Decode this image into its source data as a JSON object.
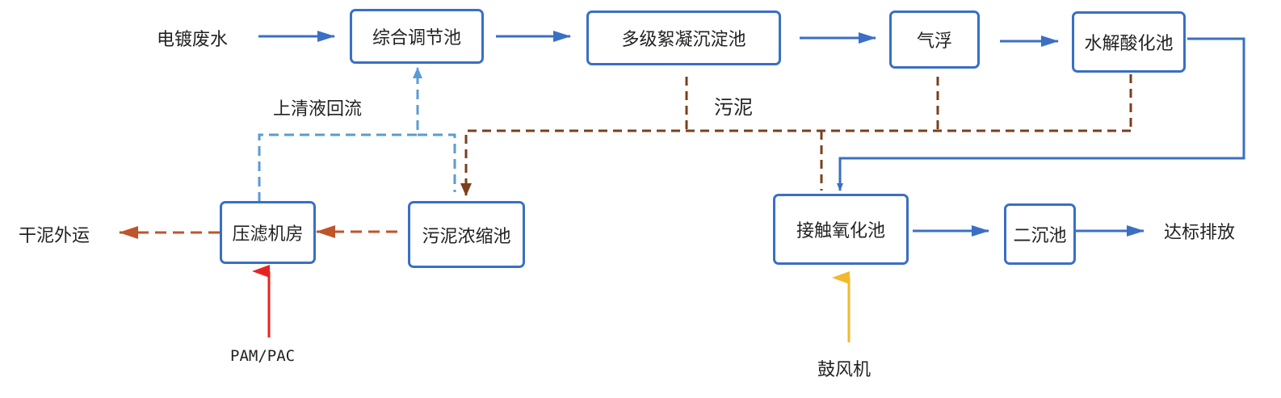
{
  "boxes": {
    "equalization": "综合调节池",
    "coagulation": "多级絮凝沉淀池",
    "flotation": "气浮",
    "hydrolysis": "水解酸化池",
    "contact_oxidation": "接触氧化池",
    "secondary_settling": "二沉池",
    "thickener": "污泥浓缩池",
    "filter_press": "压滤机房"
  },
  "labels": {
    "inlet": "电镀废水",
    "supernatant_return": "上清液回流",
    "sludge": "污泥",
    "dry_sludge": "干泥外运",
    "discharge": "达标排放",
    "chemicals": "PAM/PAC",
    "blower": "鼓风机"
  },
  "colors": {
    "water_flow": "#3a6fc4",
    "supernatant": "#5b9bd5",
    "sludge_flow": "#7b3f1d",
    "dry_sludge_flow": "#c0542a",
    "chemical": "#e8231f",
    "air": "#f2b92c"
  }
}
